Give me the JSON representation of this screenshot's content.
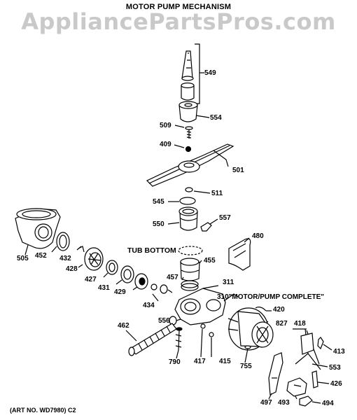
{
  "header": {
    "title": "MOTOR PUMP MECHANISM",
    "watermark": "AppliancePartsPros.com"
  },
  "callouts": {
    "tub_bottom": "TUB BOTTOM",
    "motor_pump_complete": "310\"MOTOR/PUMP COMPLETE\""
  },
  "parts": {
    "p549": "549",
    "p554": "554",
    "p509": "509",
    "p409": "409",
    "p501": "501",
    "p511": "511",
    "p545": "545",
    "p557": "557",
    "p550": "550",
    "p480": "480",
    "p505": "505",
    "p452": "452",
    "p432": "432",
    "p428": "428",
    "p455": "455",
    "p427": "427",
    "p431": "431",
    "p429": "429",
    "p457": "457",
    "p311": "311",
    "p434": "434",
    "p420": "420",
    "p556": "556",
    "p827": "827",
    "p418": "418",
    "p462": "462",
    "p413": "413",
    "p790": "790",
    "p417": "417",
    "p415": "415",
    "p755": "755",
    "p553": "553",
    "p426": "426",
    "p497": "497",
    "p493": "493",
    "p494": "494"
  },
  "footer": {
    "art_number": "(ART NO. WD7980)  C2"
  }
}
